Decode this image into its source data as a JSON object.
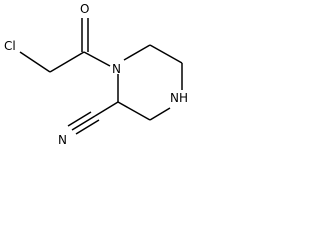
{
  "molecule": {
    "atoms": {
      "chlorine": "Cl",
      "oxygen": "O",
      "ring_nitrogen_acyl": "N",
      "ring_nitrogen_amine": "NH",
      "nitrile_nitrogen": "N"
    },
    "colors": {
      "bond": "#000000",
      "label": "#000000",
      "background": "#ffffff"
    }
  }
}
